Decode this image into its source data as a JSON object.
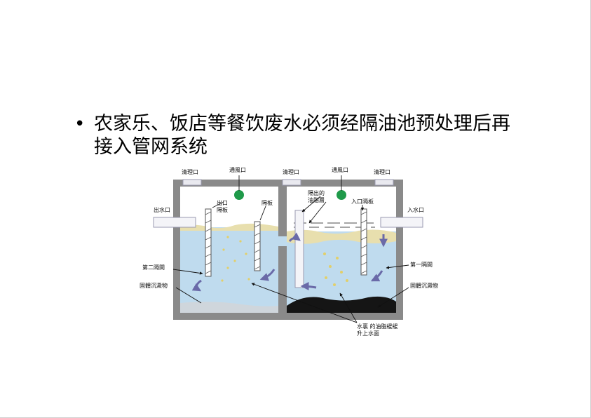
{
  "slide": {
    "bullet": "农家乐、饭店等餐饮废水必须经隔油池预处理后再接入管网系统"
  },
  "diagram": {
    "labels": {
      "cleanout_left": "清理口",
      "vent_left": "通風口",
      "cleanout_mid": "清理口",
      "vent_right": "通風口",
      "cleanout_right": "清理口",
      "outlet": "出水口",
      "outlet_baffle": "出口\n隔板",
      "baffle": "隔板",
      "separated_oil": "隔出的\n油脂層",
      "inlet_baffle": "入口隔板",
      "inlet": "入水口",
      "second_compartment": "第二隔間",
      "first_compartment": "第一隔間",
      "solids_left": "固體沉澱物",
      "solids_right": "固體沉澱物",
      "oil_rising": "水裏 的油脂緩緩\n升上水面"
    },
    "colors": {
      "wall": "#8a8a8a",
      "water": "#bfdbee",
      "vent": "#1f9a4a",
      "sludge": "#151515",
      "oil": "#e8dfae",
      "arrow": "#6a6aa8"
    }
  }
}
